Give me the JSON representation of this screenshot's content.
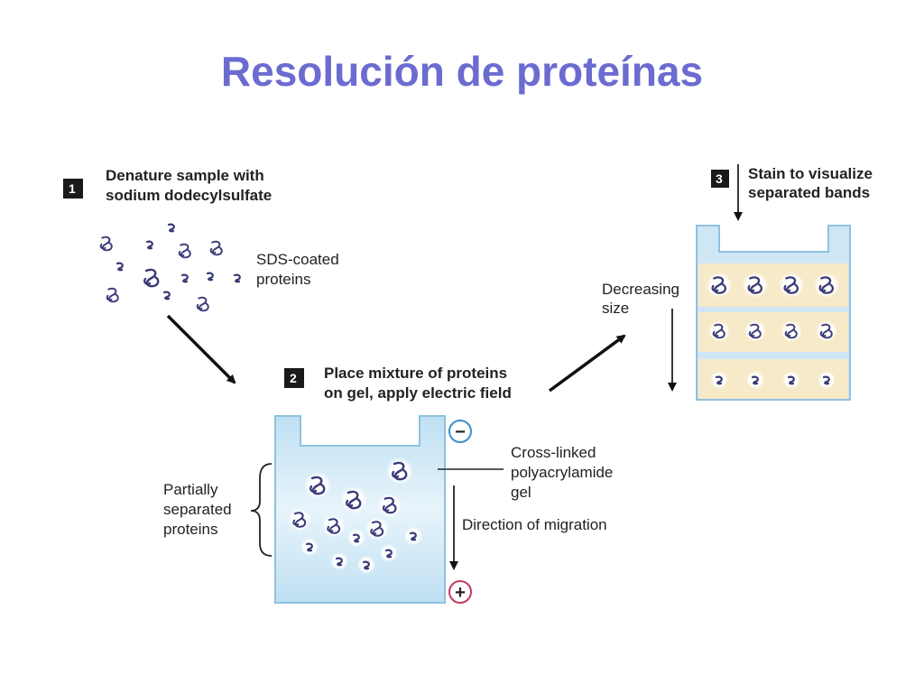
{
  "title": "Resolución de proteínas",
  "colors": {
    "title": "#6b6bd0",
    "gel_blue": "#cfe6f5",
    "gel_edge": "#8fc1e0",
    "gel_cream": "#f7eac9",
    "protein_dark": "#3a3a78",
    "step_box": "#1a1a1a",
    "minus": "#3b8fc9",
    "plus": "#c43a5a"
  },
  "step1": {
    "number": "1",
    "line1": "Denature sample with",
    "line2": "sodium dodecylsulfate",
    "protein_label_1": "SDS-coated",
    "protein_label_2": "proteins"
  },
  "step2": {
    "number": "2",
    "line1": "Place mixture of proteins",
    "line2": "on gel,  apply electric field",
    "electrode_minus": "−",
    "electrode_plus": "+",
    "partial_1": "Partially",
    "partial_2": "separated",
    "partial_3": "proteins",
    "gel_label_1": "Cross-linked",
    "gel_label_2": "polyacrylamide",
    "gel_label_3": "gel",
    "migration": "Direction of migration"
  },
  "step3": {
    "number": "3",
    "line1": "Stain to visualize",
    "line2": "separated bands",
    "size_1": "Decreasing",
    "size_2": "size"
  }
}
